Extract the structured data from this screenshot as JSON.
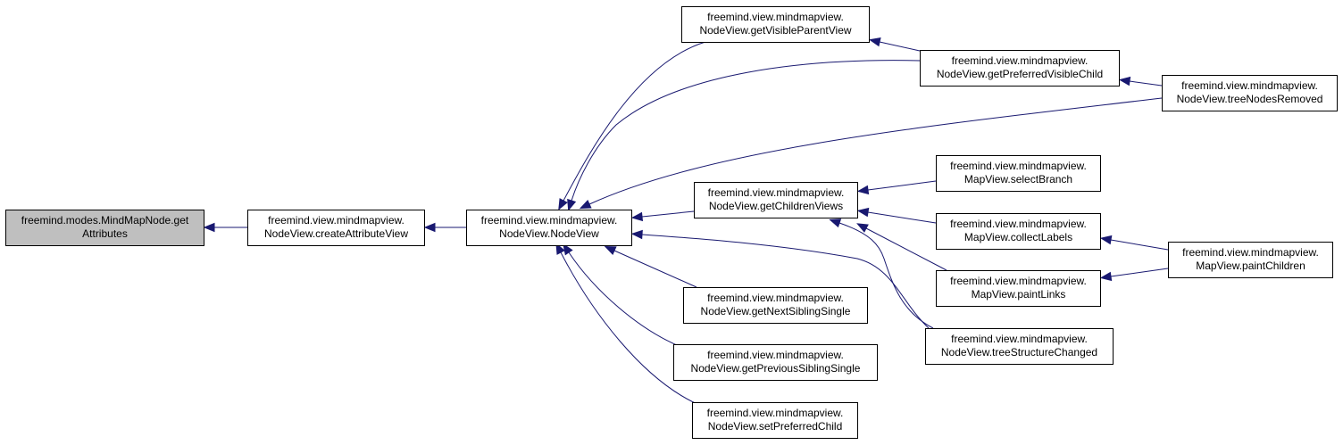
{
  "colors": {
    "edge": "#191970",
    "root_fill": "#bfbfbf",
    "node_fill": "#ffffff",
    "border": "#000000"
  },
  "nodes": [
    {
      "id": "getAttributes",
      "line1": "freemind.modes.MindMapNode.get",
      "line2": "Attributes",
      "root": true
    },
    {
      "id": "createAttributeView",
      "line1": "freemind.view.mindmapview.",
      "line2": "NodeView.createAttributeView"
    },
    {
      "id": "NodeViewCtor",
      "line1": "freemind.view.mindmapview.",
      "line2": "NodeView.NodeView"
    },
    {
      "id": "getVisibleParentView",
      "line1": "freemind.view.mindmapview.",
      "line2": "NodeView.getVisibleParentView"
    },
    {
      "id": "getPreferredVisibleChild",
      "line1": "freemind.view.mindmapview.",
      "line2": "NodeView.getPreferredVisibleChild"
    },
    {
      "id": "treeNodesRemoved",
      "line1": "freemind.view.mindmapview.",
      "line2": "NodeView.treeNodesRemoved"
    },
    {
      "id": "getChildrenViews",
      "line1": "freemind.view.mindmapview.",
      "line2": "NodeView.getChildrenViews"
    },
    {
      "id": "selectBranch",
      "line1": "freemind.view.mindmapview.",
      "line2": "MapView.selectBranch"
    },
    {
      "id": "collectLabels",
      "line1": "freemind.view.mindmapview.",
      "line2": "MapView.collectLabels"
    },
    {
      "id": "paintChildren",
      "line1": "freemind.view.mindmapview.",
      "line2": "MapView.paintChildren"
    },
    {
      "id": "paintLinks",
      "line1": "freemind.view.mindmapview.",
      "line2": "MapView.paintLinks"
    },
    {
      "id": "treeStructureChanged",
      "line1": "freemind.view.mindmapview.",
      "line2": "NodeView.treeStructureChanged"
    },
    {
      "id": "getNextSiblingSingle",
      "line1": "freemind.view.mindmapview.",
      "line2": "NodeView.getNextSiblingSingle"
    },
    {
      "id": "getPreviousSiblingSingle",
      "line1": "freemind.view.mindmapview.",
      "line2": "NodeView.getPreviousSiblingSingle"
    },
    {
      "id": "setPreferredChild",
      "line1": "freemind.view.mindmapview.",
      "line2": "NodeView.setPreferredChild"
    }
  ],
  "edges": [
    {
      "from": "createAttributeView",
      "to": "getAttributes"
    },
    {
      "from": "NodeViewCtor",
      "to": "createAttributeView"
    },
    {
      "from": "getVisibleParentView",
      "to": "NodeViewCtor"
    },
    {
      "from": "getPreferredVisibleChild",
      "to": "NodeViewCtor"
    },
    {
      "from": "getPreferredVisibleChild",
      "to": "getVisibleParentView"
    },
    {
      "from": "treeNodesRemoved",
      "to": "getPreferredVisibleChild"
    },
    {
      "from": "treeNodesRemoved",
      "to": "NodeViewCtor"
    },
    {
      "from": "getChildrenViews",
      "to": "NodeViewCtor"
    },
    {
      "from": "selectBranch",
      "to": "getChildrenViews"
    },
    {
      "from": "collectLabels",
      "to": "getChildrenViews"
    },
    {
      "from": "paintLinks",
      "to": "getChildrenViews"
    },
    {
      "from": "treeStructureChanged",
      "to": "getChildrenViews"
    },
    {
      "from": "paintChildren",
      "to": "collectLabels"
    },
    {
      "from": "paintChildren",
      "to": "paintLinks"
    },
    {
      "from": "treeStructureChanged",
      "to": "NodeViewCtor"
    },
    {
      "from": "getNextSiblingSingle",
      "to": "NodeViewCtor"
    },
    {
      "from": "getPreviousSiblingSingle",
      "to": "NodeViewCtor"
    },
    {
      "from": "setPreferredChild",
      "to": "NodeViewCtor"
    }
  ]
}
